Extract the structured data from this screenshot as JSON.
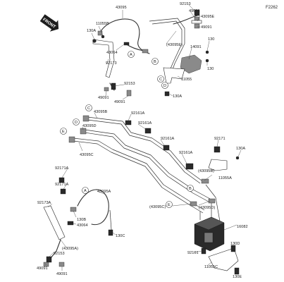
{
  "diagram": {
    "ref_code": "F2262",
    "front_label": "FRONT",
    "circle_letters": [
      "A",
      "B",
      "C",
      "D",
      "E"
    ],
    "labels": {
      "p43095_top": "43095",
      "p11055B": "11055B",
      "p130A_top": "130A",
      "p43064_top": "43064",
      "p92173": "92173",
      "p92153_mid": "92153",
      "p49091_mid_l": "49091",
      "p49091_mid_r": "49091",
      "p92153_topr": "92153",
      "p49091_topr1": "49091",
      "p43095E": "43095E",
      "p49091_topr2": "49091",
      "p43095E_paren": "(43095E)",
      "p14091": "14091",
      "p130_r1": "130",
      "p130_r2": "130",
      "p11055": "11055",
      "p130A_mid": "130A",
      "p43095B": "43095B",
      "p43095D": "43095D",
      "p92161A_1": "92161A",
      "p92161A_2": "92161A",
      "p92161A_3": "92161A",
      "p92161A_4": "92161A",
      "p43095C": "43095C",
      "p92171": "92171",
      "p130A_r": "130A",
      "p43095B_paren": "(43095B)",
      "p11055A": "11055A",
      "p92171A_1": "92171A",
      "p92171A_2": "92171A",
      "p43095A": "43095A",
      "p92173A": "92173A",
      "p130B": "130B",
      "p43064_bot": "43064",
      "p130C_1": "130C",
      "p43095C_paren": "(43095C)",
      "p43095D_paren": "(43095D)",
      "p16082": "16082",
      "p43095A_paren": "(43095A)",
      "p92153_bot": "92153",
      "p49091_bot_l": "49091",
      "p49091_bot_r": "49091",
      "p92161": "92161",
      "p130D": "130D",
      "p11055C": "11055C",
      "p130E": "130E"
    }
  }
}
